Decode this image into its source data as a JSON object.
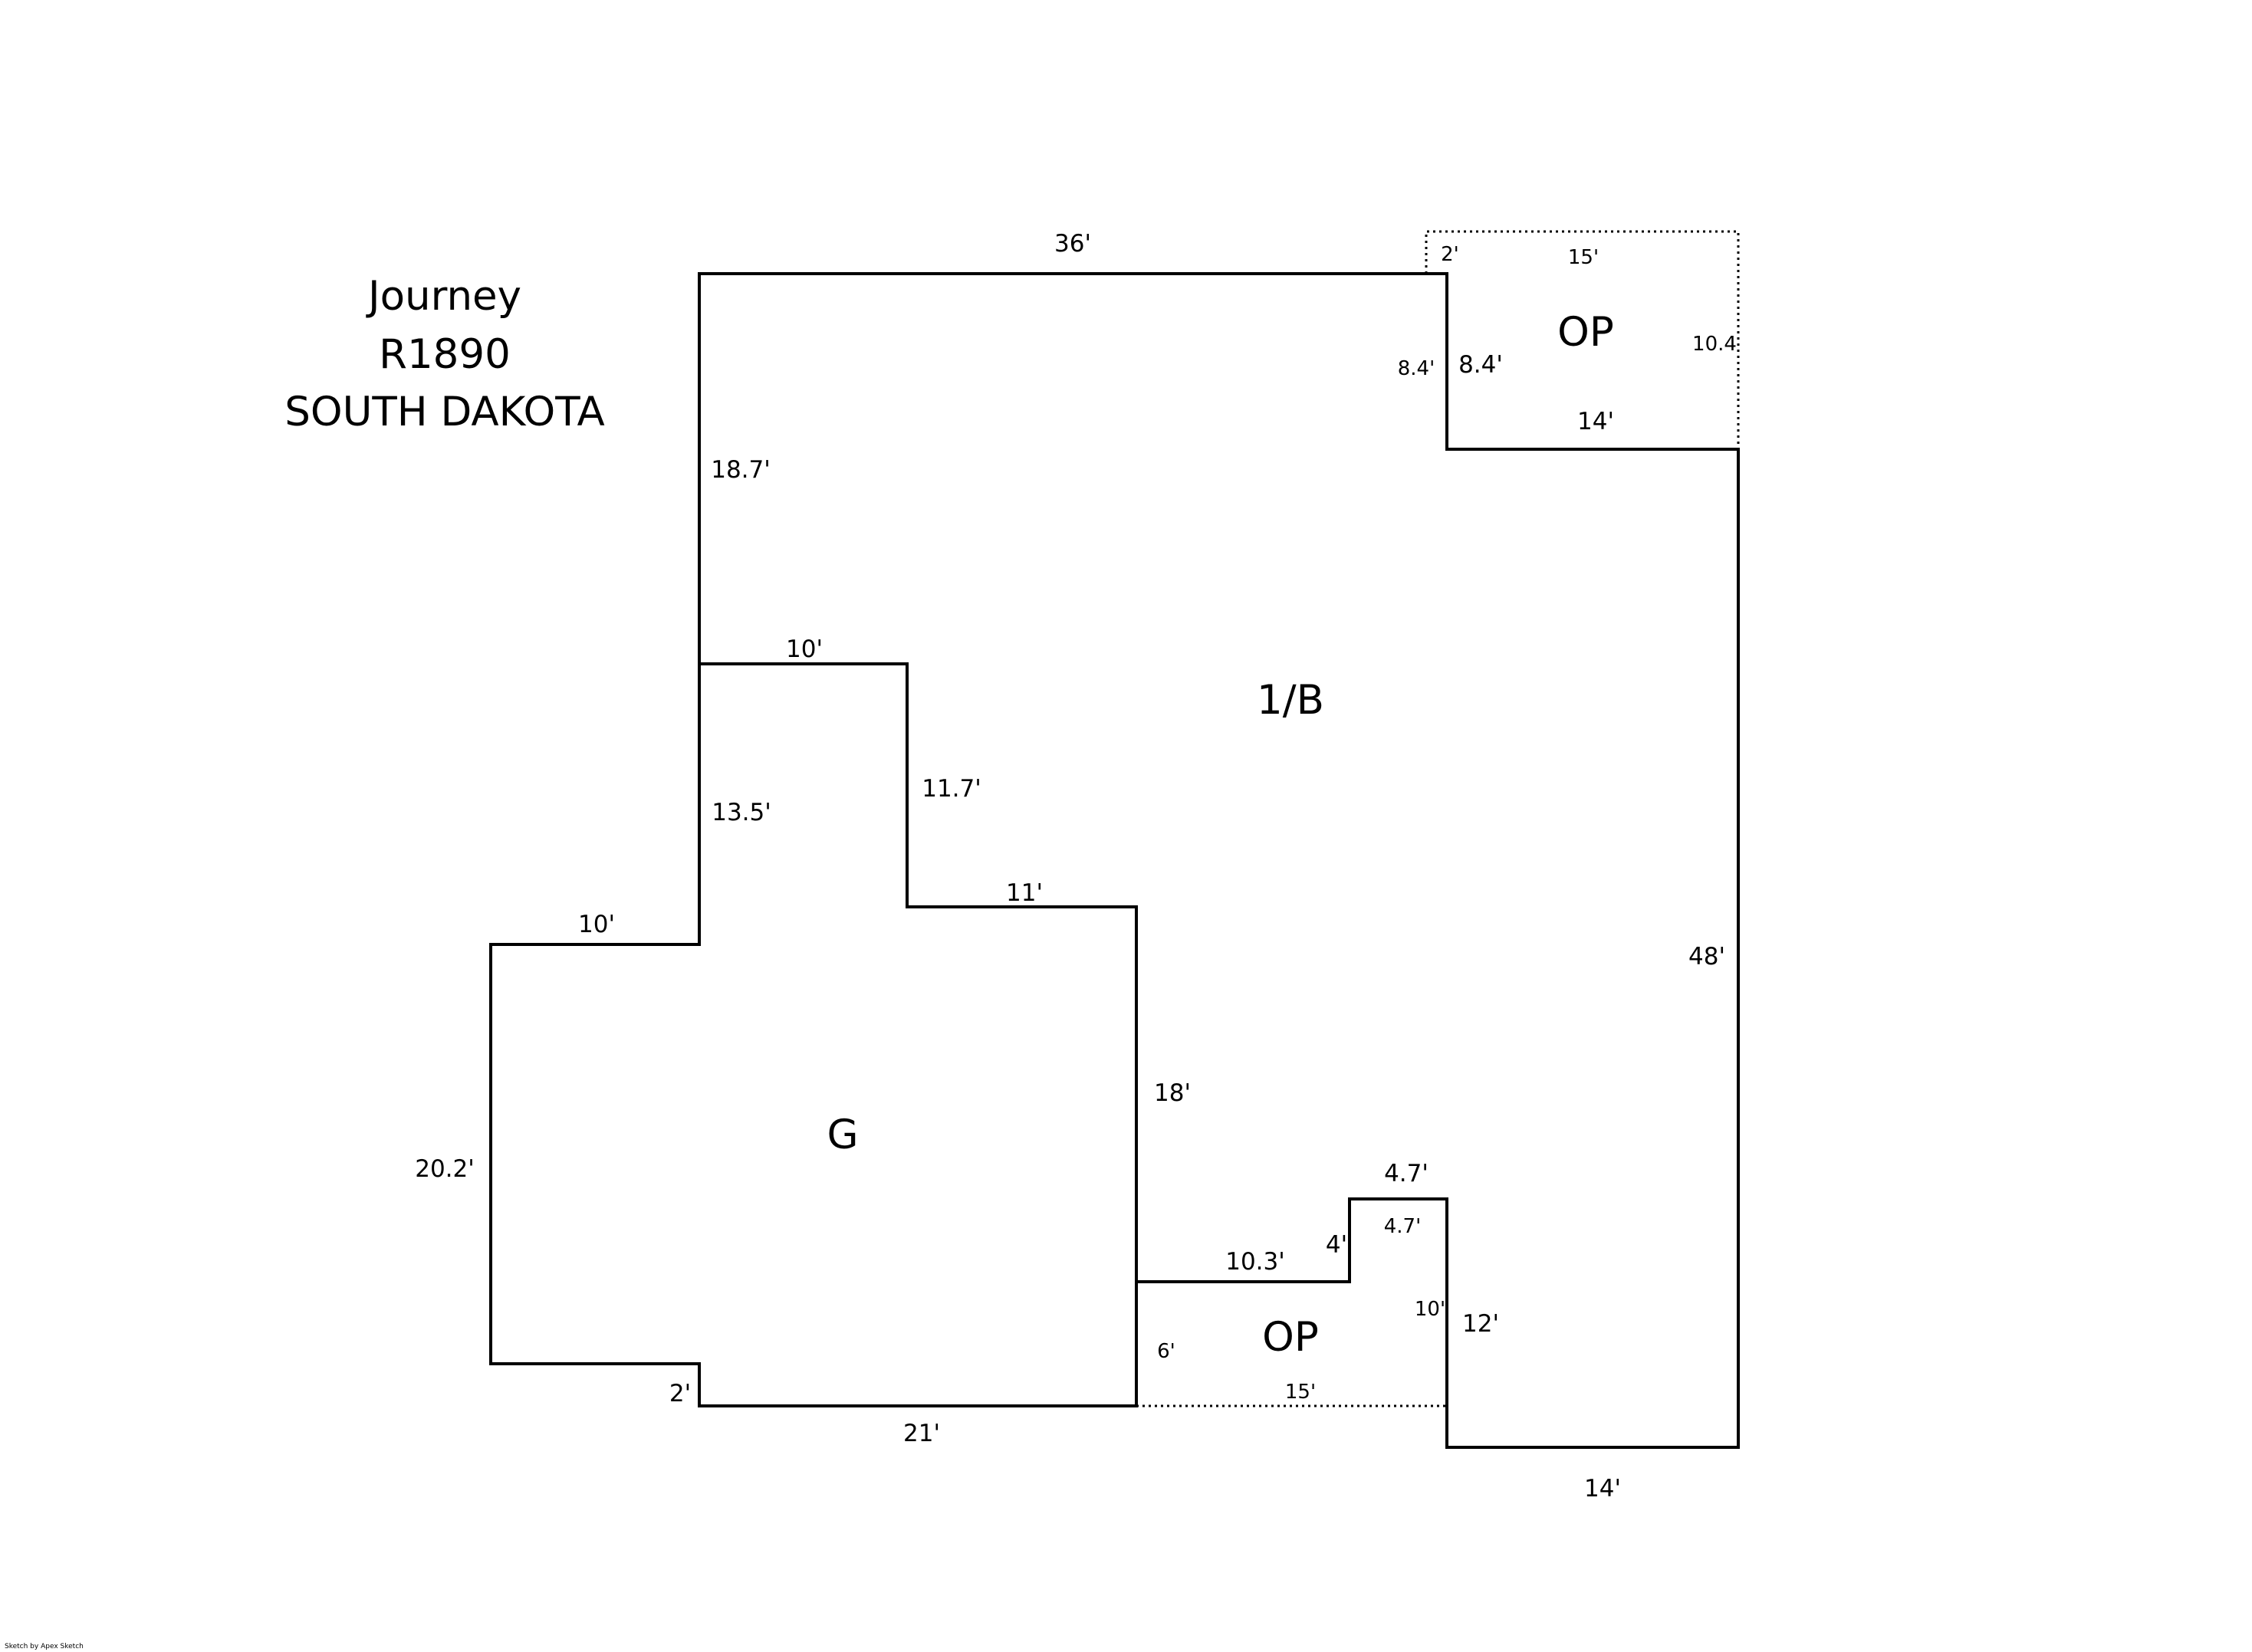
{
  "header": {
    "line1": "Journey",
    "line2": "R1890",
    "line3": "SOUTH DAKOTA"
  },
  "areas": {
    "main": "1/B",
    "garage": "G",
    "porch_top": "OP",
    "porch_bottom": "OP"
  },
  "dimensions": {
    "top_36": "36'",
    "top_porch_2": "2'",
    "top_porch_15": "15'",
    "porch_right_10_4": "10.4",
    "porch_inner_8_4_small": "8.4'",
    "porch_inner_8_4": "8.4'",
    "porch_bottom_14": "14'",
    "left_18_7": "18.7'",
    "notch_10": "10'",
    "notch_13_5": "13.5'",
    "notch_11_7": "11.7'",
    "notch_11": "11'",
    "garage_left_10": "10'",
    "right_48": "48'",
    "garage_18": "18'",
    "garage_20_2": "20.2'",
    "step_4_7_top": "4.7'",
    "step_4_7_inner": "4.7'",
    "step_4": "4'",
    "step_10_3": "10.3'",
    "porch2_10": "10'",
    "porch2_12": "12'",
    "porch2_6": "6'",
    "porch2_15": "15'",
    "garage_2": "2'",
    "garage_21": "21'",
    "bottom_14": "14'"
  },
  "footer": {
    "credit": "Sketch by Apex Sketch"
  }
}
